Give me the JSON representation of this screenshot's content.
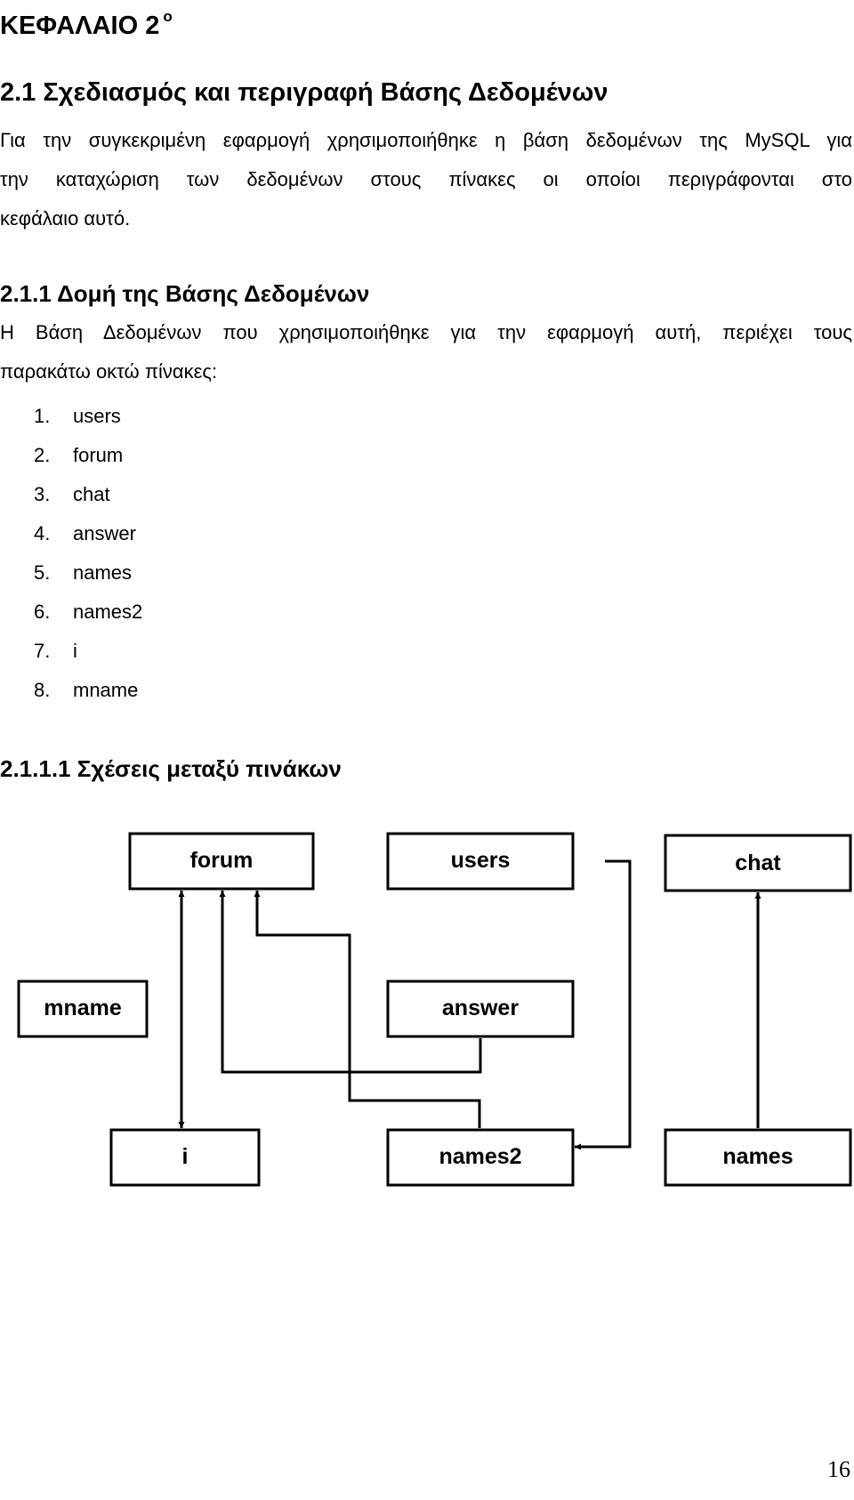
{
  "chapter": {
    "title": "ΚΕΦΑΛΑΙΟ 2",
    "sup": "ο"
  },
  "section": {
    "heading": "2.1 Σχεδιασμός και περιγραφή Βάσης Δεδομένων",
    "paragraph_lines": [
      "Για την συγκεκριμένη εφαρμογή χρησιμοποιήθηκε η βάση δεδομένων της MySQL για",
      "την καταχώριση των δεδομένων στους πίνακες οι οποίοι περιγράφονται στο",
      "κεφάλαιο αυτό."
    ]
  },
  "subsection": {
    "heading": "2.1.1 Δομή της Βάσης Δεδομένων",
    "paragraph_lines": [
      "Η Βάση Δεδομένων που χρησιμοποιήθηκε για την εφαρμογή αυτή, περιέχει τους",
      "παρακάτω οκτώ πίνακες:"
    ],
    "tables": [
      {
        "num": "1.",
        "name": "users"
      },
      {
        "num": "2.",
        "name": "forum"
      },
      {
        "num": "3.",
        "name": "chat"
      },
      {
        "num": "4.",
        "name": "answer"
      },
      {
        "num": "5.",
        "name": "names"
      },
      {
        "num": "6.",
        "name": "names2"
      },
      {
        "num": "7.",
        "name": "i"
      },
      {
        "num": "8.",
        "name": "mname"
      }
    ]
  },
  "relations": {
    "heading": "2.1.1.1 Σχέσεις μεταξύ πινάκων",
    "boxes": {
      "forum": "forum",
      "users": "users",
      "chat": "chat",
      "mname": "mname",
      "answer": "answer",
      "i": "i",
      "names2": "names2",
      "names": "names"
    }
  },
  "page_number": "16"
}
